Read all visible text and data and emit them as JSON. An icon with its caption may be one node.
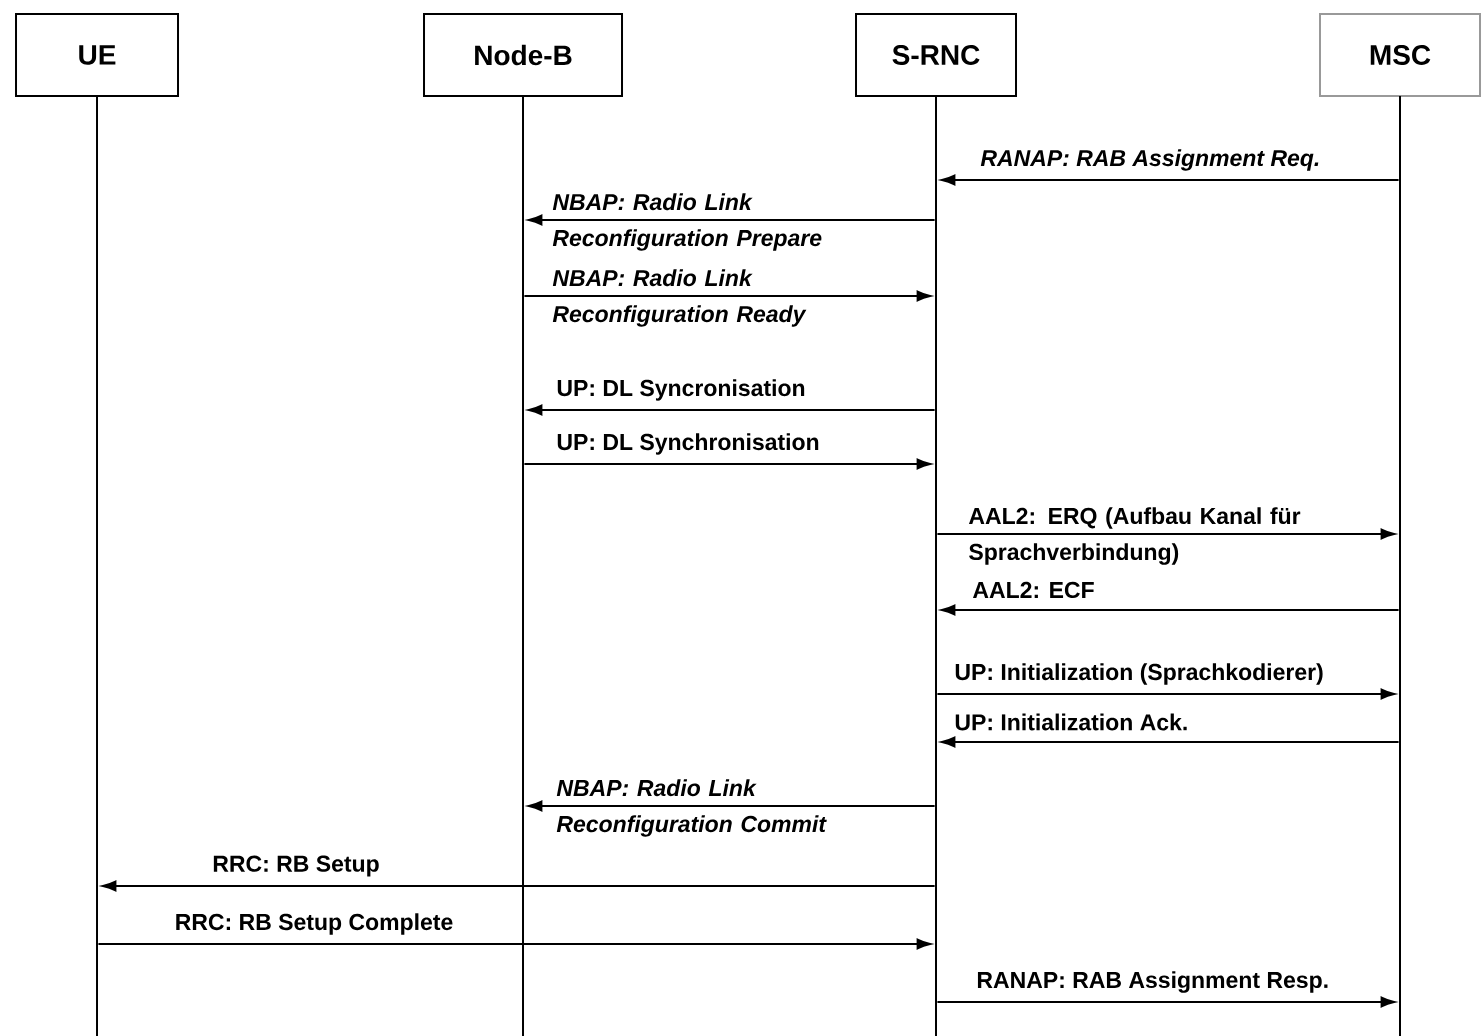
{
  "diagram": {
    "nodes": [
      {
        "text": [
          "UE"
        ]
      },
      {
        "text": [
          "Node-B"
        ]
      },
      {
        "text": [
          "S-RNC"
        ]
      },
      {
        "text": [
          "MSC"
        ]
      },
      {
        "text": [],
        "shape": "line"
      },
      {
        "text": [],
        "shape": "line"
      },
      {
        "text": [],
        "shape": "line"
      },
      {
        "text": [],
        "shape": "line"
      }
    ],
    "edges": [
      {
        "from": 7,
        "to": 6,
        "arrow": "to",
        "label": "RANAP: RAB Assignment Req."
      },
      {
        "from": 6,
        "to": 5,
        "arrow": "to",
        "label": "NBAP: Radio Link Reconfiguration Prepare"
      },
      {
        "from": 5,
        "to": 6,
        "arrow": "to",
        "label": "NBAP: Radio Link Reconfiguration Ready"
      },
      {
        "from": 6,
        "to": 5,
        "arrow": "to",
        "label": "UP: DL Syncronisation"
      },
      {
        "from": 5,
        "to": 6,
        "arrow": "to",
        "label": "UP: DL Synchronisation"
      },
      {
        "from": 6,
        "to": 7,
        "arrow": "to",
        "label": "AAL2: ERQ (Aufbau Kanal für Sprachverbindung)"
      },
      {
        "from": 7,
        "to": 6,
        "arrow": "to",
        "label": "AAL2: ECF"
      },
      {
        "from": 6,
        "to": 7,
        "arrow": "to",
        "label": "UP: Initialization (Sprachkodierer)"
      },
      {
        "from": 7,
        "to": 6,
        "arrow": "to",
        "label": "UP: Initialization Ack."
      },
      {
        "from": 6,
        "to": 5,
        "arrow": "to",
        "label": "NBAP: Radio Link Reconfiguration Commit"
      },
      {
        "from": 6,
        "to": 4,
        "arrow": "to",
        "label": "RRC: RB Setup"
      },
      {
        "from": 4,
        "to": 6,
        "arrow": "to",
        "label": "RRC: RB Setup Complete"
      },
      {
        "from": 6,
        "to": 7,
        "arrow": "to",
        "label": "RANAP: RAB Assignment Resp."
      }
    ]
  }
}
